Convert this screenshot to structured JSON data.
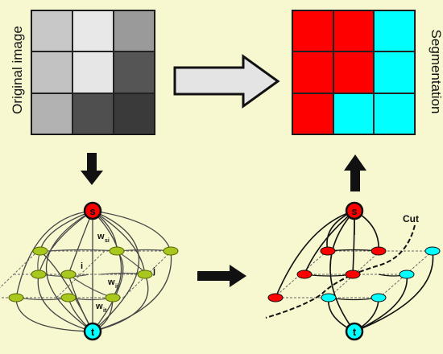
{
  "labels": {
    "original": "Original image",
    "segmentation": "Segmentation",
    "source": "s",
    "sink": "t",
    "w_si": "w",
    "w_si_sub": "si",
    "w_ij": "w",
    "w_ij_sub": "ij",
    "w_it": "w",
    "w_it_sub": "it",
    "node_i": "i",
    "node_j": "j",
    "cut": "Cut"
  },
  "original_image": {
    "cells": [
      "#c8c8c8",
      "#e8e8e8",
      "#9a9a9a",
      "#c2c2c2",
      "#e6e6e6",
      "#555555",
      "#b2b2b2",
      "#4f4f4f",
      "#3a3a3a"
    ]
  },
  "segmentation": {
    "cells": [
      "#ff0000",
      "#ff0000",
      "#00ffff",
      "#ff0000",
      "#ff0000",
      "#00ffff",
      "#ff0000",
      "#00ffff",
      "#00ffff"
    ]
  },
  "colors": {
    "background": "#f7f7d0",
    "source_node": "#ff0000",
    "sink_node": "#00ffff",
    "pixel_node": "#a8c820",
    "arrow": "#111111",
    "big_arrow_fill": "#e4e4e4"
  }
}
